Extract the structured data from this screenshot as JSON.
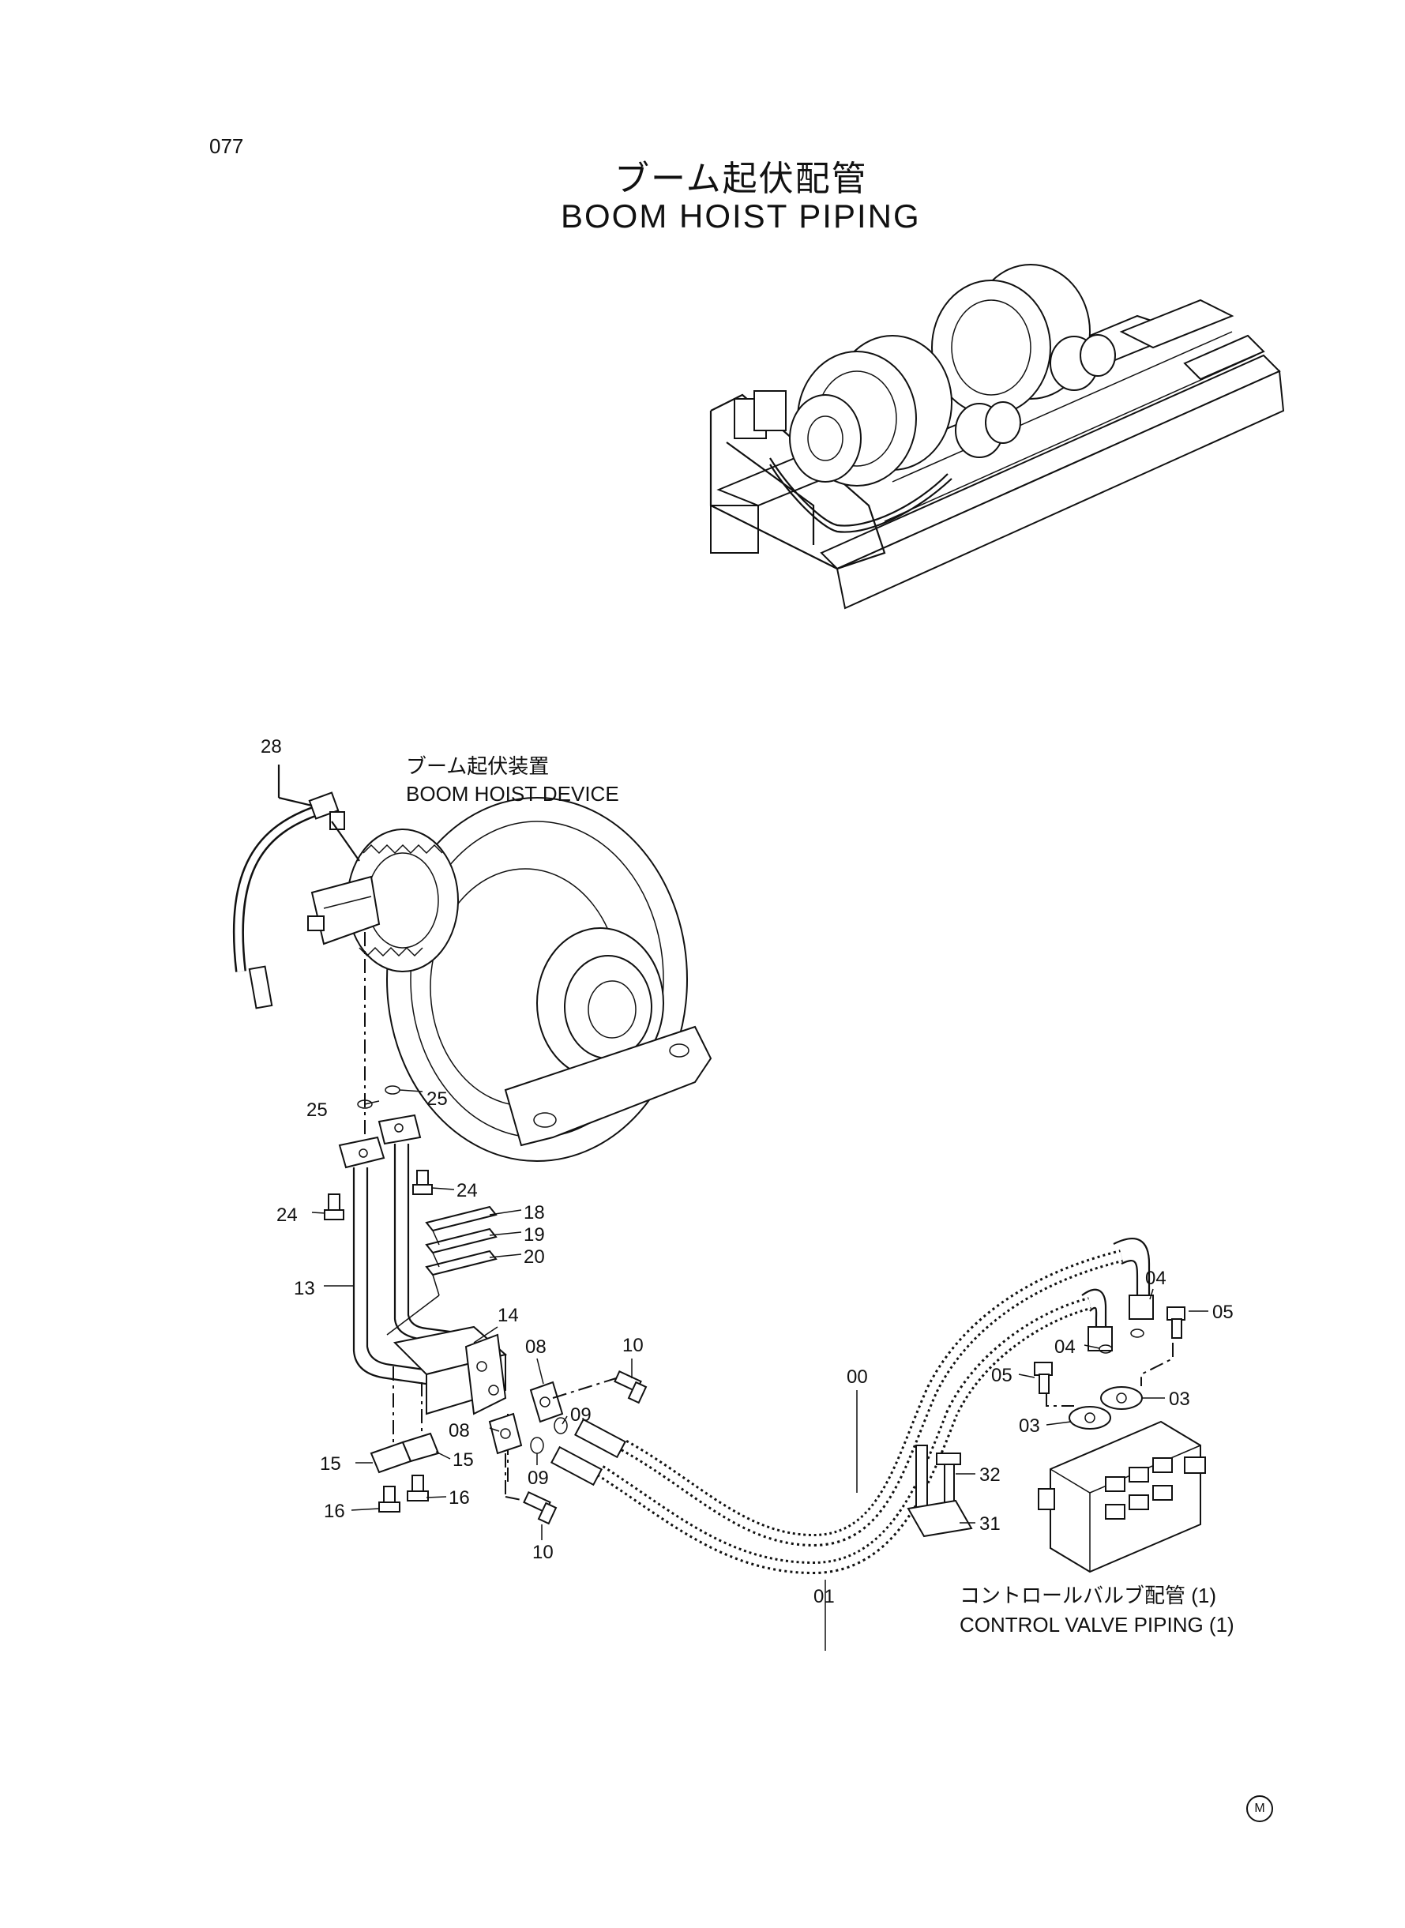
{
  "page": {
    "number": "077",
    "title_jp": "ブーム起伏配管",
    "title_en": "BOOM HOIST PIPING",
    "corner_mark": "M"
  },
  "labels": {
    "device_jp": "ブーム起伏装置",
    "device_en": "BOOM HOIST DEVICE",
    "valve_jp": "コントロールバルブ配管 (1)",
    "valve_en": "CONTROL VALVE PIPING (1)"
  },
  "callouts": {
    "c28": "28",
    "c25a": "25",
    "c25b": "25",
    "c24a": "24",
    "c24b": "24",
    "c18": "18",
    "c19": "19",
    "c20": "20",
    "c13": "13",
    "c14": "14",
    "c08a": "08",
    "c08b": "08",
    "c10a": "10",
    "c10b": "10",
    "c09a": "09",
    "c09b": "09",
    "c15a": "15",
    "c15b": "15",
    "c16a": "16",
    "c16b": "16",
    "c00": "00",
    "c01": "01",
    "c04a": "04",
    "c04b": "04",
    "c05a": "05",
    "c05b": "05",
    "c03a": "03",
    "c03b": "03",
    "c32": "32",
    "c31": "31"
  },
  "icons": [
    "boom-hoist-machine-overview",
    "boom-hoist-device-drum",
    "control-valve-block",
    "hydraulic-hose",
    "flange",
    "bolt",
    "o-ring",
    "clamp"
  ]
}
